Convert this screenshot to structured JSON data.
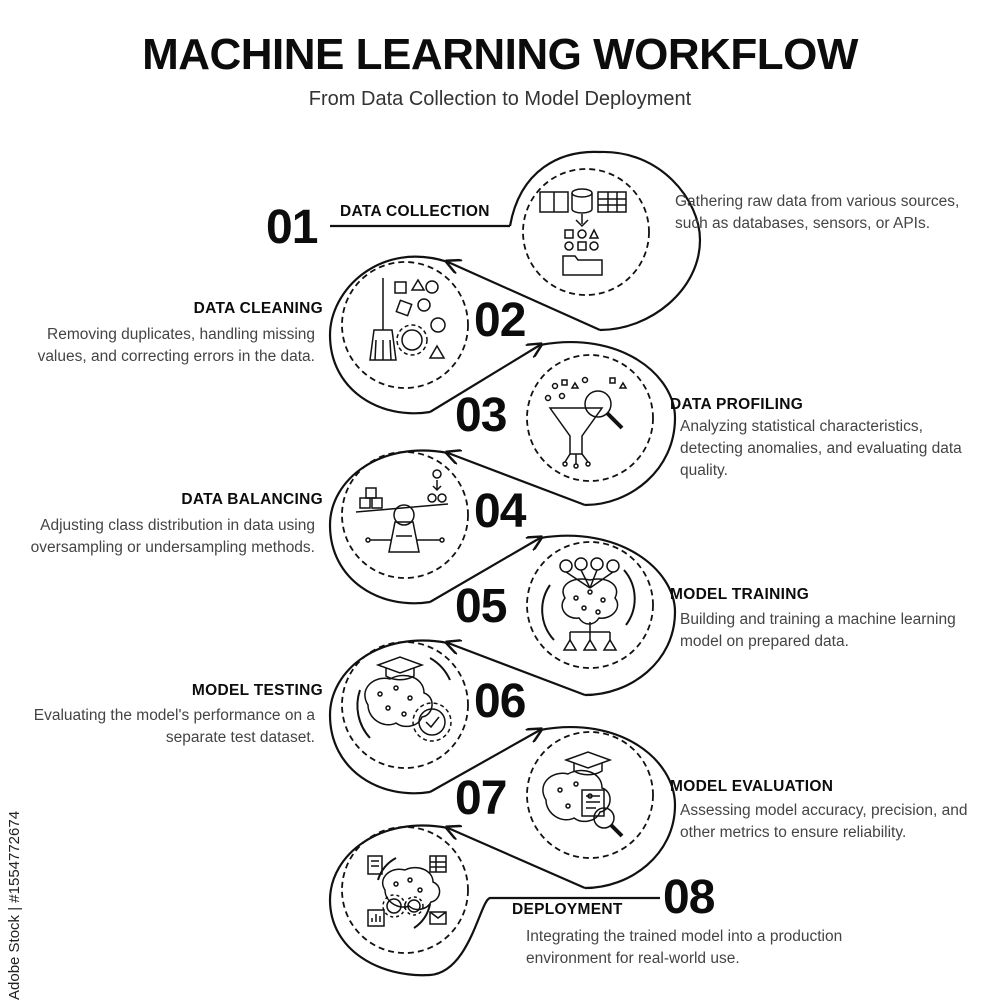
{
  "title": "MACHINE LEARNING WORKFLOW",
  "subtitle": "From Data Collection to Model Deployment",
  "stock_id": "Adobe Stock | #1554772674",
  "steps": [
    {
      "number": "01",
      "heading": "DATA COLLECTION",
      "description": "Gathering raw data from various sources, such as databases, sensors, or APIs.",
      "icon": "database-files-folder-icon"
    },
    {
      "number": "02",
      "heading": "DATA CLEANING",
      "description": "Removing duplicates, handling missing values, and correcting errors in the data.",
      "icon": "broom-gear-shapes-icon"
    },
    {
      "number": "03",
      "heading": "DATA PROFILING",
      "description": "Analyzing statistical characteristics, detecting anomalies, and evaluating data quality.",
      "icon": "funnel-magnifier-icon"
    },
    {
      "number": "04",
      "heading": "DATA BALANCING",
      "description": "Adjusting class distribution in data using oversampling or undersampling methods.",
      "icon": "balance-scale-icon"
    },
    {
      "number": "05",
      "heading": "MODEL TRAINING",
      "description": "Building and training a machine learning model on prepared data.",
      "icon": "brain-network-training-icon"
    },
    {
      "number": "06",
      "heading": "MODEL TESTING",
      "description": "Evaluating the model's performance on a separate test dataset.",
      "icon": "brain-gear-check-icon"
    },
    {
      "number": "07",
      "heading": "MODEL EVALUATION",
      "description": "Assessing model accuracy, precision, and other metrics to ensure reliability.",
      "icon": "brain-magnifier-report-icon"
    },
    {
      "number": "08",
      "heading": "DEPLOYMENT",
      "description": "Integrating the trained model into a production environment for real-world use.",
      "icon": "brain-gears-documents-icon"
    }
  ]
}
